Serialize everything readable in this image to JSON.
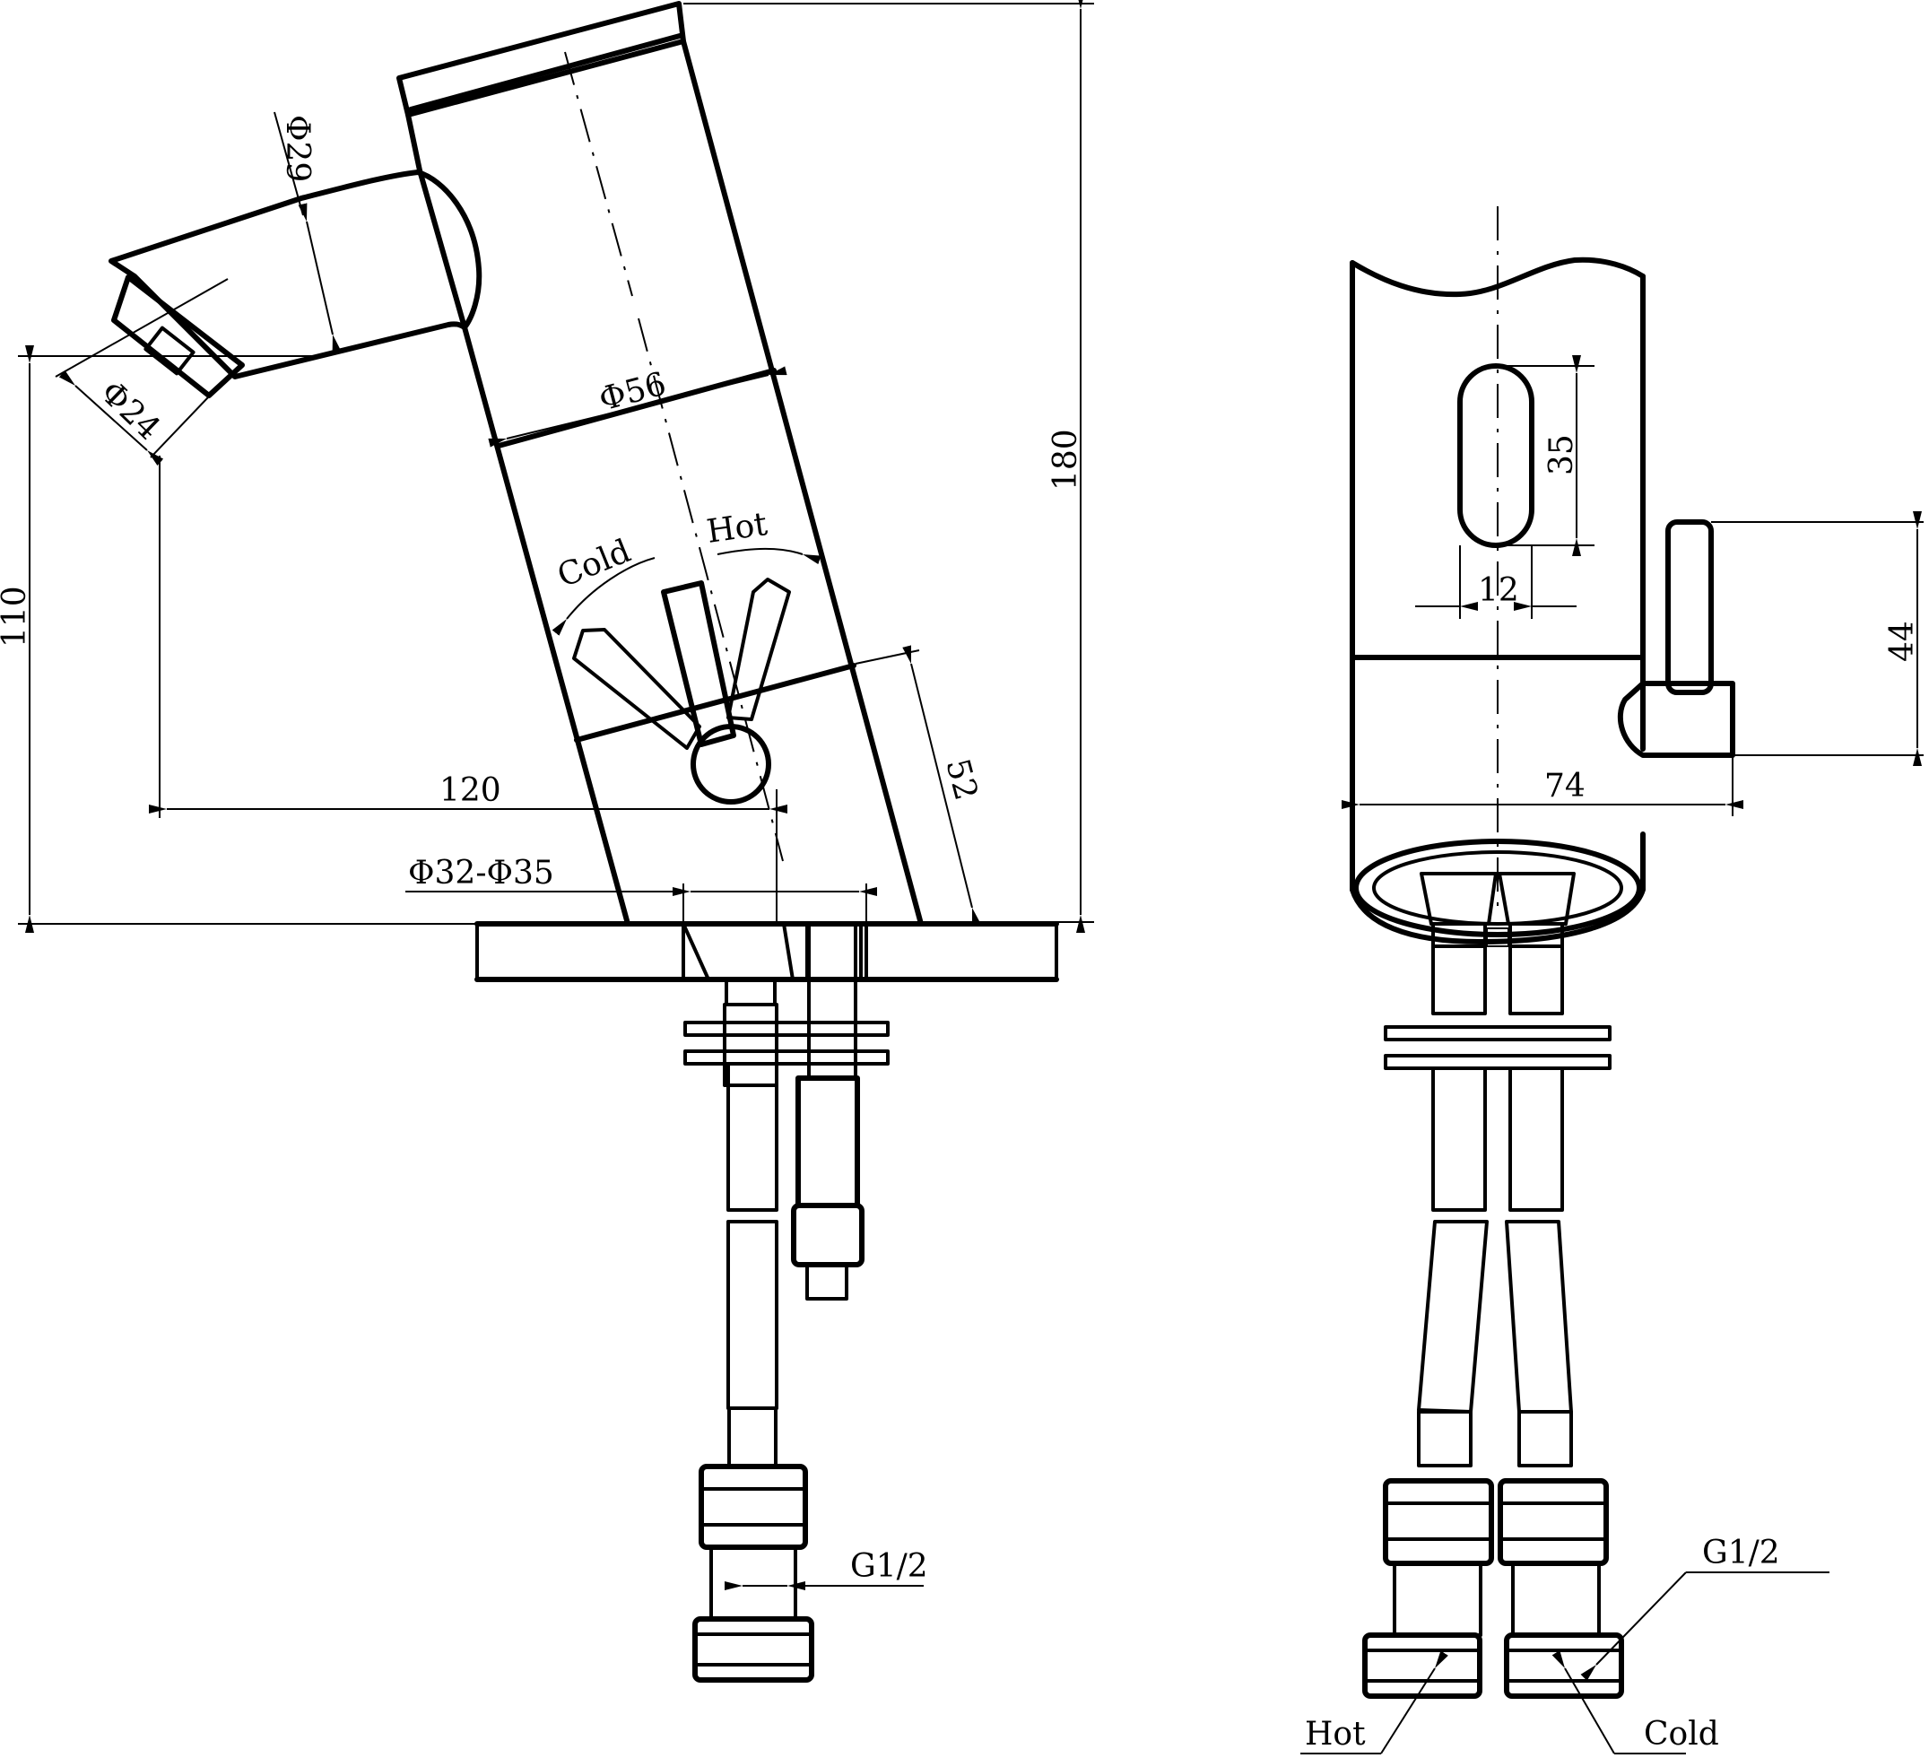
{
  "labels": {
    "phi29": "Φ29",
    "phi24": "Φ24",
    "phi56": "Φ56",
    "dim180": "180",
    "dim110": "110",
    "dim120": "120",
    "dim52": "52",
    "phi32_35": "Φ32-Φ35",
    "cold_side": "Cold",
    "hot_side": "Hot",
    "g12_side": "G1/2",
    "dim35": "35",
    "dim12": "12",
    "dim44": "44",
    "dim74": "74",
    "g12_front": "G1/2",
    "hot_front": "Hot",
    "cold_front": "Cold"
  }
}
